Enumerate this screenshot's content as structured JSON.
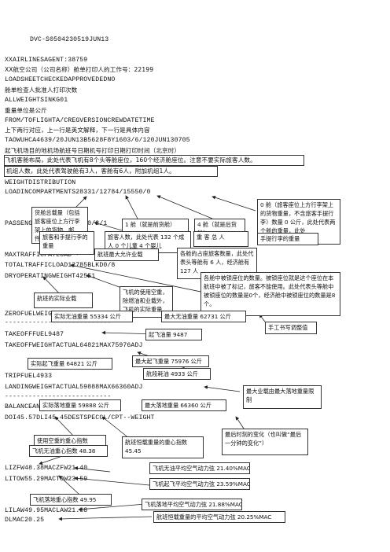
{
  "doc": {
    "lines": [
      "DVC-S0504230519JUN13",
      "XXAIRLINESAGENT:38759",
      "XX航空公司（公司名称）舱单打印人的工作号：22199",
      "LOADSHEETCHECKEDAPPROVEDEDNO",
      "舱单检查人批准人打印次数",
      "ALLWEIGHTSINKG01",
      "重量单位是公斤",
      "FROM/TOFLIGHTA/CREGVERSIONCREWDATETIME",
      "上下两行对应，上一行是英文解释，下一行是具体内容",
      "TAOWUHCA4639/20JUN13B5628F8Y1603/6/120JUN130705",
      "起飞机场目的地机场航班号日期机号打印日期打印时间（北京时）",
      "飞机客舱布局，此处代表飞机有8个头等舱座位，160个经济舱座位。注意不要实际旅客人数。",
      "机组人数，此处代表驾驶舱有3人，客舱有6人，附加机组1人。",
      "WEIGHTDISTRIBUTION",
      "LOADINCOMPARTMENTS28331/12784/15550/0",
      "PASSENGER/CABINBAG9990/2/1",
      "MAXTRAFFICPAYLOAD",
      "TOTALTRAFFICLOAD12785BLKD0/8",
      "DRYOPERATINGWEIGHT42551",
      "ZEROFUELWEIGHTACTUAL55334MAX62731ADJ",
      "---------------------------",
      "TAKEOFFFUEL9487",
      "TAKEOFFWEIGHTACTUAL64821MAX75976ADJ",
      "",
      "TRIPFUEL4933",
      "LANDINGWEIGHTACTUAL59888MAX66360ADJ",
      "---------------------------",
      "BALANCEANDSEATINGCONDITIONS",
      "DOI45.57DLI45.45DESTSPECCL/CPT--WEIGHT",
      "LIZFW48.38MACZFW21.40",
      "LITOW55.29MACTOW23.59",
      "LILAW49.95MACLAW21.88",
      "DLMAC20.25"
    ]
  },
  "callouts": {
    "cargo": "货舱总载量（包括旅客座位上方行李架上的货物、邮件、行李）",
    "bag_hold": "旅客和手提行李的重量",
    "cabin1": "1 舱（就是前货舱）",
    "pax_count": "旅客人数，此处代表 132 个成人 0 个儿童 4 个婴儿",
    "cabin4": "4 舱（就是后货舱）",
    "bags": "重 客 总 人",
    "zero_cabin": "0 舱（旅客座位上方行李架上的货物重量，不含旅客手提行李）数量 0 公斤，此处代表两个舱的重量，此处",
    "hand_bag": "手提行李的重量",
    "max_payload": "航班最大允许业载",
    "cabin_pax": "各舱的占座旅客数量，此处代表头等舱有 6 人，经济舱有 127 人",
    "dry_weight": "航班的实际业载",
    "aircraft_use": "飞机的使用空重，除燃油和业载外，飞机的实际重量",
    "blocked": "各舱中被锁座位的数量。被锁座位就是这个座位在本航班中被了标记，旅客不能使用。此处代表头等舱中被锁座位的数量是0个，经济舱中被锁座位的数量是8个。",
    "zfw_act": "实际无油重量 55334 公斤",
    "zfw_max": "最大无油重量 62731 公斤",
    "hand_adj": "手工书写调整值",
    "tof": "起飞油量 9487",
    "tow_act": "实际起飞重量 64821 公斤",
    "tow_max": "最大起飞重量 75976 公斤",
    "trip": "航段耗油 4933 公斤",
    "law_note": "最大业载由最大落地重量限制",
    "law_act": "实际落地重量 59888 公斤",
    "law_max": "最大落地重量 66360 公斤",
    "lmc": "最后时刻的变化（也叫做“最后一分钟的变化”）",
    "ref_idx": "使用空重的重心指数",
    "zfw_idx": "飞机无油重心指数 48.38",
    "dli": "航班恒载重量的重心指数 45.45",
    "mac_zfw": "飞机无油平均空气动力弦 21.40%MAC",
    "mac_tow": "飞机起飞平均空气动力弦 23.59%MAC",
    "law_idx": "飞机落地重心指数 49.95",
    "mac_law": "飞机落地平均空气动力弦 21.88%MAC",
    "dl_mac": "航班恒载重量的平均空气动力弦 20.25%MAC"
  }
}
